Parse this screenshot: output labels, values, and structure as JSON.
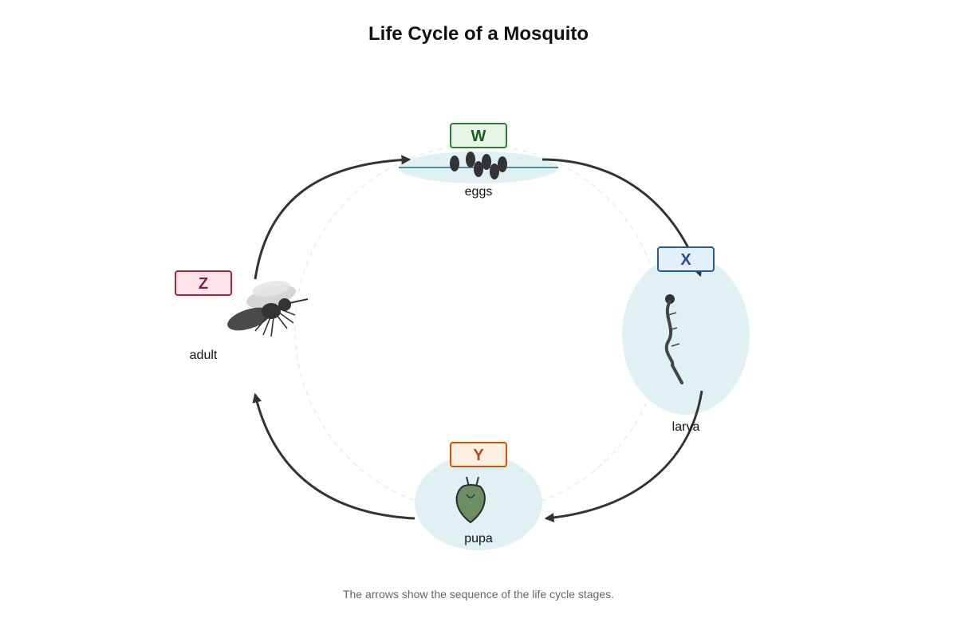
{
  "title": "Life Cycle of a Mosquito",
  "caption": "The arrows show the sequence of the life cycle stages.",
  "stages": {
    "eggs": {
      "tag": "W",
      "label": "eggs",
      "tag_color": "#2e7d32",
      "tag_fill": "#e8f5e9"
    },
    "larva": {
      "tag": "X",
      "label": "larva",
      "tag_color": "#1f5fa0",
      "tag_fill": "#e3f0fb"
    },
    "pupa": {
      "tag": "Y",
      "label": "pupa",
      "tag_color": "#d35400",
      "tag_fill": "#fdf0e0"
    },
    "adult": {
      "tag": "Z",
      "label": "adult",
      "tag_color": "#b0243a",
      "tag_fill": "#fde4ea"
    }
  },
  "colors": {
    "water": "#dff1f3",
    "arrow": "#333333",
    "pupa_body": "#6b8f63"
  }
}
